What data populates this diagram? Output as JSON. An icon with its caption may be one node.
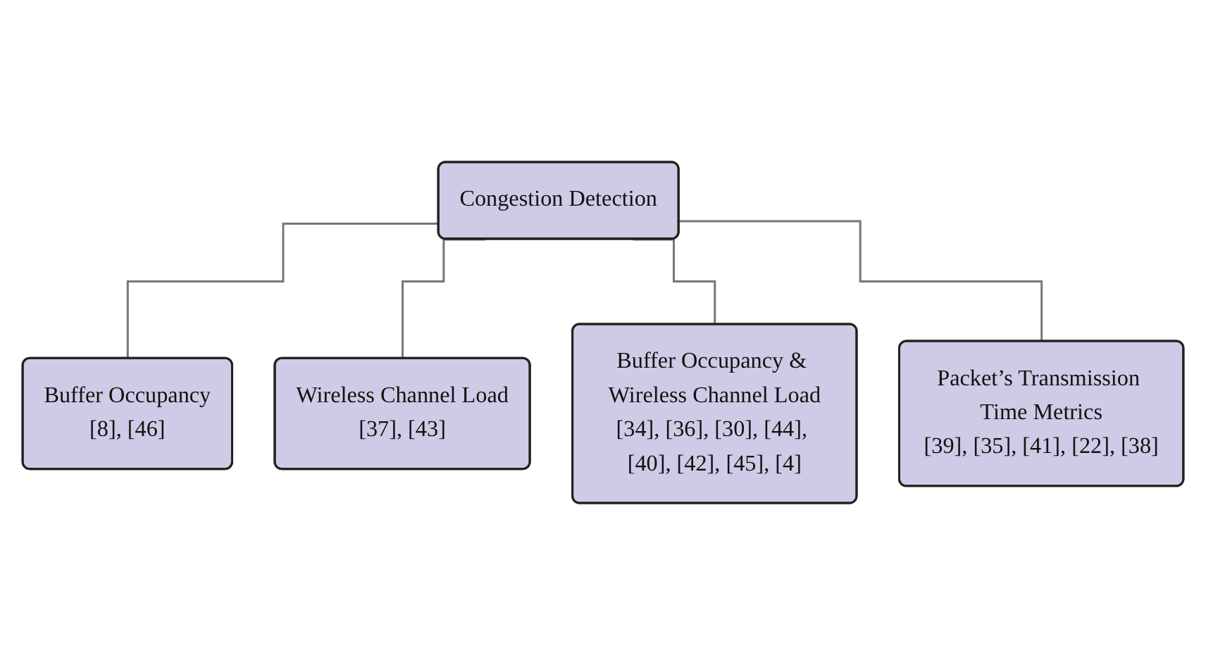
{
  "diagram": {
    "nodes": [
      {
        "text": [
          "Congestion Detection"
        ]
      },
      {
        "text": [
          "Buffer Occupancy",
          "[8], [46]"
        ]
      },
      {
        "text": [
          "Wireless Channel Load",
          "[37], [43]"
        ]
      },
      {
        "text": [
          "Buffer Occupancy & Wireless Channel Load",
          "[34], [36], [30], [44], [40], [42], [45], [4]"
        ]
      },
      {
        "text": [
          "Packet’s Transmission Time Metrics",
          "[39], [35], [41], [22], [38]"
        ]
      }
    ],
    "edges": [
      {
        "from": 0,
        "to": 1,
        "arrow": "none"
      },
      {
        "from": 0,
        "to": 2,
        "arrow": "none"
      },
      {
        "from": 0,
        "to": 3,
        "arrow": "none"
      },
      {
        "from": 0,
        "to": 4,
        "arrow": "none"
      }
    ]
  }
}
